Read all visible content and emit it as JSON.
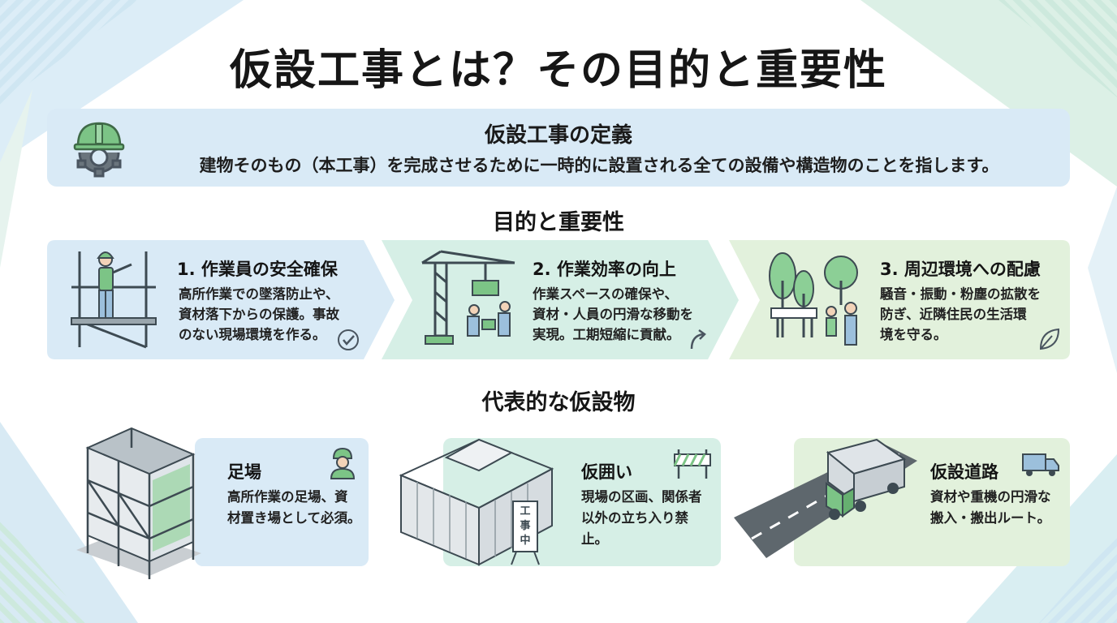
{
  "title": "仮設工事とは？その目的と重要性",
  "definition": {
    "heading": "仮設工事の定義",
    "text": "建物そのもの（本工事）を完成させるために一時的に設置される全ての設備や構造物のことを指します。"
  },
  "purpose_heading": "目的と重要性",
  "purposes": [
    {
      "title": "1. 作業員の安全確保",
      "lines": [
        "高所作業での墜落防止や、",
        "資材落下からの保護。事故",
        "のない現場環境を作る。"
      ]
    },
    {
      "title": "2. 作業効率の向上",
      "lines": [
        "作業スペースの確保や、",
        "資材・人員の円滑な移動を",
        "実現。工期短縮に貢献。"
      ]
    },
    {
      "title": "3. 周辺環境への配慮",
      "lines": [
        "騒音・振動・粉塵の拡散を",
        "防ぎ、近隣住民の生活環",
        "境を守る。"
      ]
    }
  ],
  "examples_heading": "代表的な仮設物",
  "examples": [
    {
      "title": "足場",
      "lines": [
        "高所作業の足場、資",
        "材置き場として必須。"
      ]
    },
    {
      "title": "仮囲い",
      "lines": [
        "現場の区画、関係者",
        "以外の立ち入り禁",
        "止。"
      ],
      "sign_text": "工事中"
    },
    {
      "title": "仮設道路",
      "lines": [
        "資材や重機の円滑な",
        "搬入・搬出ルート。"
      ]
    }
  ],
  "colors": {
    "blue_card": "#d9eaf6",
    "mint_card": "#d6efe6",
    "green_card": "#e2f1dc",
    "accent_green": "#7cc486",
    "icon_stroke": "#3d4a52"
  }
}
